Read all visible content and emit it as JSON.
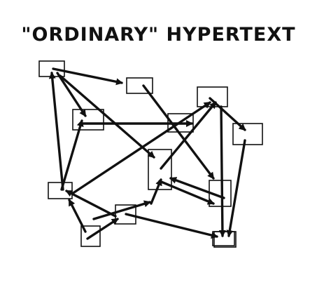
{
  "title": "\"ORDINARY\" HYPERTEXT",
  "colors": {
    "ink": "#111111",
    "background": "#ffffff"
  },
  "nodes": [
    {
      "id": "A"
    },
    {
      "id": "B"
    },
    {
      "id": "C"
    },
    {
      "id": "D"
    },
    {
      "id": "E"
    },
    {
      "id": "F"
    },
    {
      "id": "G"
    },
    {
      "id": "H"
    },
    {
      "id": "I"
    },
    {
      "id": "J"
    },
    {
      "id": "K"
    },
    {
      "id": "L"
    },
    {
      "id": "M"
    }
  ],
  "links": [
    {
      "from": "A",
      "to": "B"
    },
    {
      "from": "B",
      "to": "J"
    },
    {
      "from": "C",
      "to": "A"
    },
    {
      "from": "C",
      "to": "F"
    },
    {
      "from": "A",
      "to": "D"
    },
    {
      "from": "D",
      "to": "F"
    },
    {
      "from": "F",
      "to": "J"
    },
    {
      "from": "F",
      "to": "H"
    },
    {
      "from": "K",
      "to": "I"
    },
    {
      "from": "E",
      "to": "C"
    },
    {
      "from": "I",
      "to": "A"
    },
    {
      "from": "L",
      "to": "J"
    },
    {
      "from": "G",
      "to": "M"
    },
    {
      "from": "F",
      "to": "M"
    },
    {
      "from": "H",
      "to": "M"
    },
    {
      "from": "J",
      "to": "K"
    },
    {
      "from": "L",
      "to": "C"
    },
    {
      "from": "K",
      "to": "E"
    },
    {
      "from": "I",
      "to": "D"
    },
    {
      "from": "E",
      "to": "G"
    }
  ]
}
